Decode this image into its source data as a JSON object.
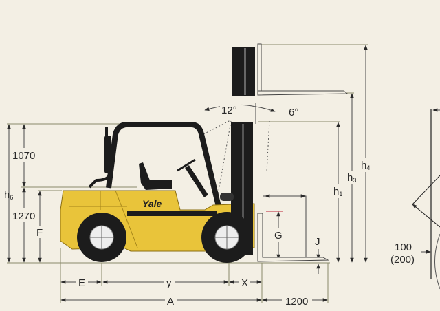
{
  "brand": "Yale",
  "labels": {
    "overhead_guard_height": "1070",
    "seat_height": "1270",
    "h6": "h",
    "h6_sub": "6",
    "F": "F",
    "E": "E",
    "y": "y",
    "X": "X",
    "A": "A",
    "fork_length": "1200",
    "G": "G",
    "J": "J",
    "h1": "h",
    "h1_sub": "1",
    "h3": "h",
    "h3_sub": "3",
    "h4": "h",
    "h4_sub": "4",
    "tilt_back": "12°",
    "tilt_forward": "6°",
    "clearance": "100",
    "clearance_alt": "(200)"
  },
  "colors": {
    "body": "#e9c43a",
    "body_shadow": "#c9a21e",
    "frame": "#1c1c1c",
    "background": "#f3efe4"
  }
}
